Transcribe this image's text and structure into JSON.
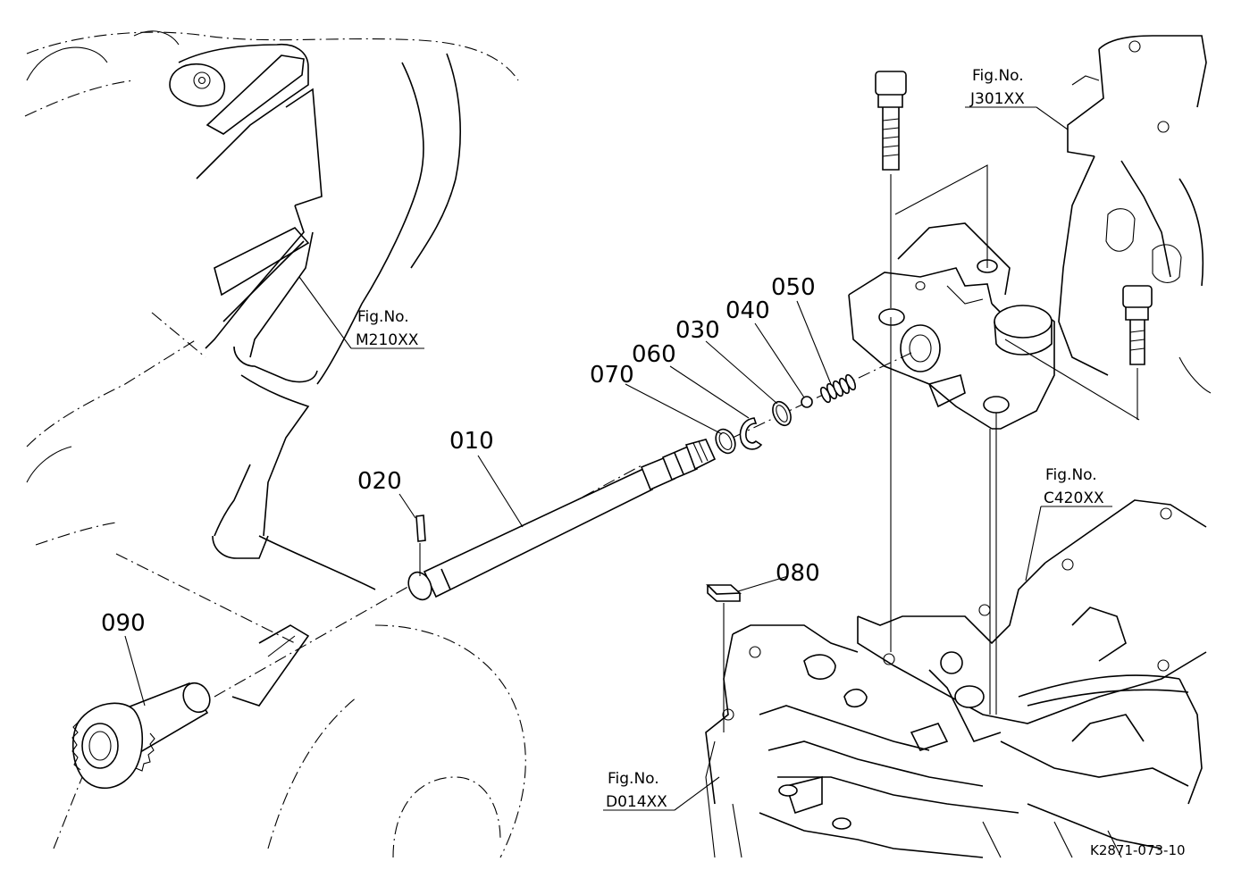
{
  "callouts": {
    "p010": "010",
    "p020": "020",
    "p030": "030",
    "p040": "040",
    "p050": "050",
    "p060": "060",
    "p070": "070",
    "p080": "080",
    "p090": "090"
  },
  "figure_refs": {
    "m210": {
      "line1": "Fig.No.",
      "line2": "M210XX"
    },
    "j301": {
      "line1": "Fig.No.",
      "line2": "J301XX"
    },
    "c420": {
      "line1": "Fig.No.",
      "line2": "C420XX"
    },
    "d014": {
      "line1": "Fig.No.",
      "line2": "D014XX"
    }
  },
  "drawing_code": "K2871-073-10"
}
